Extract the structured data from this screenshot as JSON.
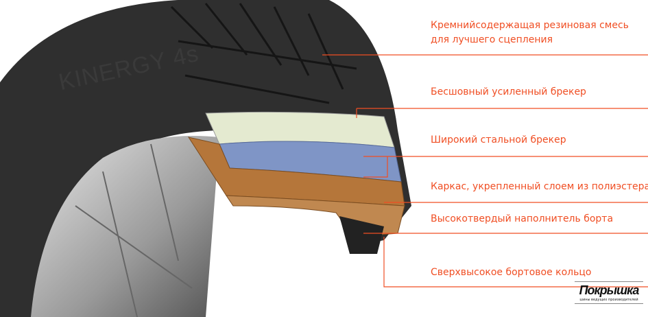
{
  "tire_brand": "KINERGY 4s",
  "labels": [
    {
      "line1": "Кремнийсодержащая резиновая смесь",
      "line2": "для лучшего сцепления"
    },
    {
      "line1": "Бесшовный усиленный брекер"
    },
    {
      "line1": "Широкий стальной брекер"
    },
    {
      "line1": "Каркас, укрепленный слоем из полиэстера"
    },
    {
      "line1": "Высокотвердый наполнитель борта"
    },
    {
      "line1": "Сверхвысокое бортовое кольцо"
    }
  ],
  "logo": {
    "name": "Покрышка",
    "tagline": "шины ведущих производителей"
  },
  "colors": {
    "accent": "#f04e23",
    "tire": "#2b2b2b",
    "belt_blue": "#7f95c6",
    "cord_brown": "#b5763a"
  }
}
